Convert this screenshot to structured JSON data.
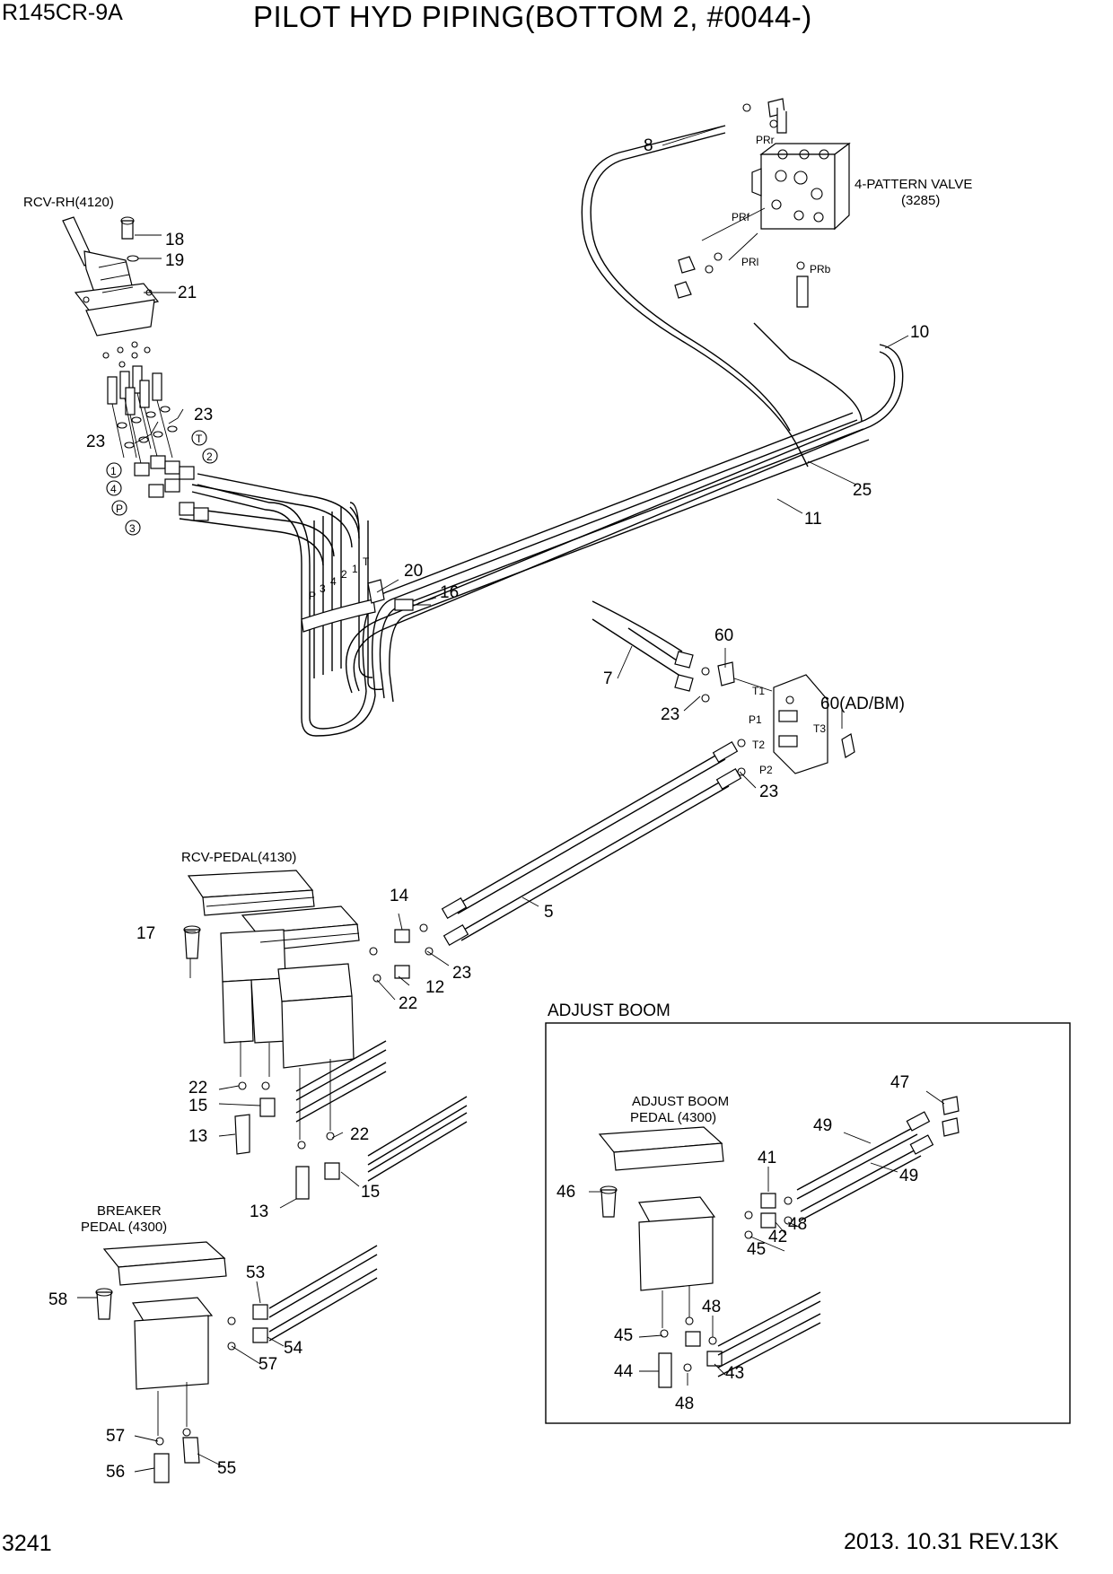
{
  "header": {
    "model": "R145CR-9A",
    "title": "PILOT HYD PIPING(BOTTOM 2, #0044-)"
  },
  "footer": {
    "page_number": "3241",
    "revision": "2013. 10.31  REV.13K"
  },
  "labels": {
    "rcv_rh": "RCV-RH(4120)",
    "valve_name": "4-PATTERN VALVE",
    "valve_code": "(3285)",
    "rcv_pedal": "RCV-PEDAL(4130)",
    "breaker_1": "BREAKER",
    "breaker_2": "PEDAL (4300)",
    "adjust_boom_box": "ADJUST BOOM",
    "adjust_pedal_1": "ADJUST BOOM",
    "adjust_pedal_2": "PEDAL (4300)"
  },
  "ports": {
    "prr": "PRr",
    "prf": "PRf",
    "prl": "PRl",
    "prb": "PRb",
    "t1": "T1",
    "p1": "P1",
    "t2": "T2",
    "p2": "P2",
    "t3": "T3",
    "c1": "1",
    "c2": "2",
    "c3": "3",
    "c4": "4",
    "cp": "P",
    "ct": "T",
    "h_p": "P",
    "h_3": "3",
    "h_4": "4",
    "h_2": "2",
    "h_1": "1",
    "h_t": "T"
  },
  "callouts": {
    "n8": "8",
    "n10": "10",
    "n18": "18",
    "n19": "19",
    "n21": "21",
    "n23a": "23",
    "n23b": "23",
    "n25": "25",
    "n11": "11",
    "n20": "20",
    "n16": "16",
    "n60": "60",
    "n60b": "60(AD/BM)",
    "n7": "7",
    "n23c": "23",
    "n23d": "23",
    "n14": "14",
    "n17": "17",
    "n5": "5",
    "n23e": "23",
    "n12": "12",
    "n22a": "22",
    "n22b": "22",
    "n15a": "15",
    "n13a": "13",
    "n22c": "22",
    "n15b": "15",
    "n13b": "13",
    "n58": "58",
    "n53": "53",
    "n54": "54",
    "n57a": "57",
    "n57b": "57",
    "n56": "56",
    "n55": "55",
    "n47": "47",
    "n49a": "49",
    "n49b": "49",
    "n41": "41",
    "n46": "46",
    "n48a": "48",
    "n42": "42",
    "n45a": "45",
    "n48b": "48",
    "n45b": "45",
    "n44": "44",
    "n43": "43",
    "n48c": "48"
  }
}
